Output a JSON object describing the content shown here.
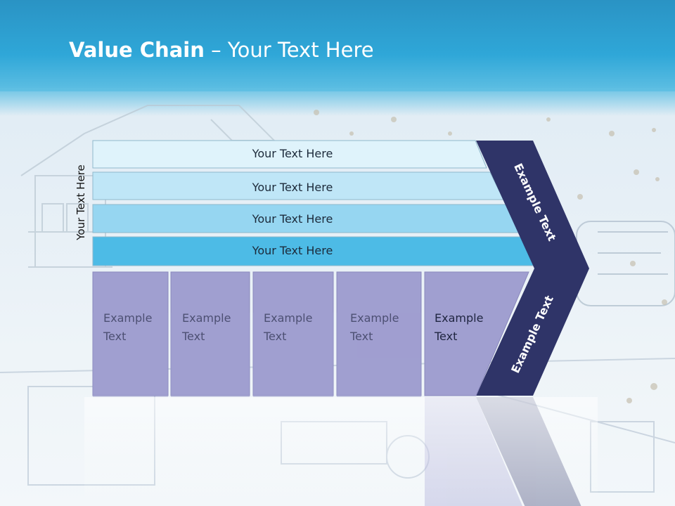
{
  "title": {
    "bold": "Value Chain",
    "rest": " – Your Text Here"
  },
  "side_label": "Your Text Here",
  "bars": [
    {
      "label": "Your Text Here",
      "color": "#dff3fb"
    },
    {
      "label": "Your Text Here",
      "color": "#bfe6f7"
    },
    {
      "label": "Your Text Here",
      "color": "#96d6f1"
    },
    {
      "label": "Your Text Here",
      "color": "#4dbbe6"
    }
  ],
  "boxes": [
    {
      "line1": "Example",
      "line2": "Text"
    },
    {
      "line1": "Example",
      "line2": "Text"
    },
    {
      "line1": "Example",
      "line2": "Text"
    },
    {
      "line1": "Example",
      "line2": "Text"
    },
    {
      "line1": "Example",
      "line2": "Text"
    }
  ],
  "chevron": {
    "upper": "Example Text",
    "lower": "Example Text"
  },
  "colors": {
    "chevron": "#2f3468",
    "box": "#a09fd0",
    "header": "#2fa7d8"
  }
}
